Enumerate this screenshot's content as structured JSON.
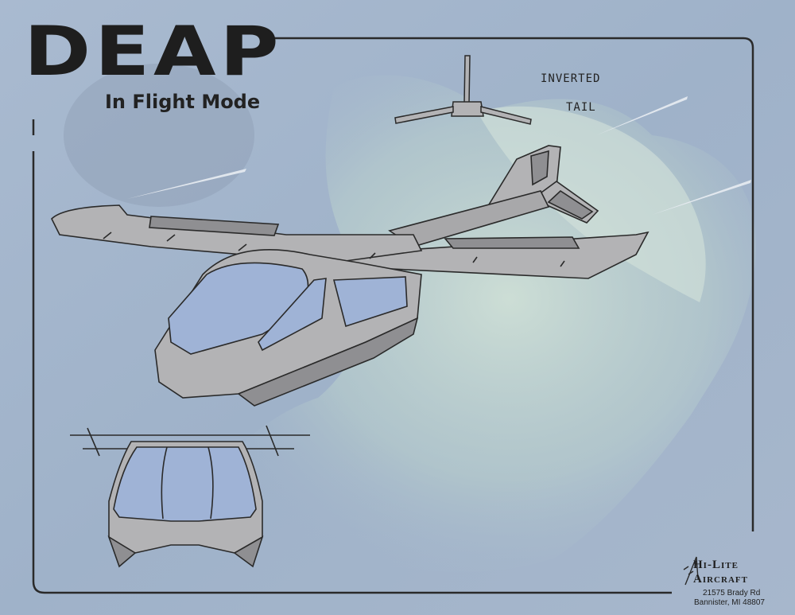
{
  "header": {
    "title": "DEAP",
    "subtitle": "In Flight Mode"
  },
  "annotations": {
    "line1": "INVERTED",
    "line2": "TAIL"
  },
  "company": {
    "name_line1": "Hi-Lite",
    "name_line2": "Aircraft",
    "address_line1": "21575 Brady Rd",
    "address_line2": "Bannister, MI 48807"
  },
  "colors": {
    "background": "#a3b5cc",
    "mist": "#c7d8d0",
    "frame": "#2a2a2a",
    "body_gray": "#b3b3b5",
    "shadow_gray": "#8f8f92",
    "glass": "#9fb3d6",
    "text": "#1e1e1e"
  }
}
